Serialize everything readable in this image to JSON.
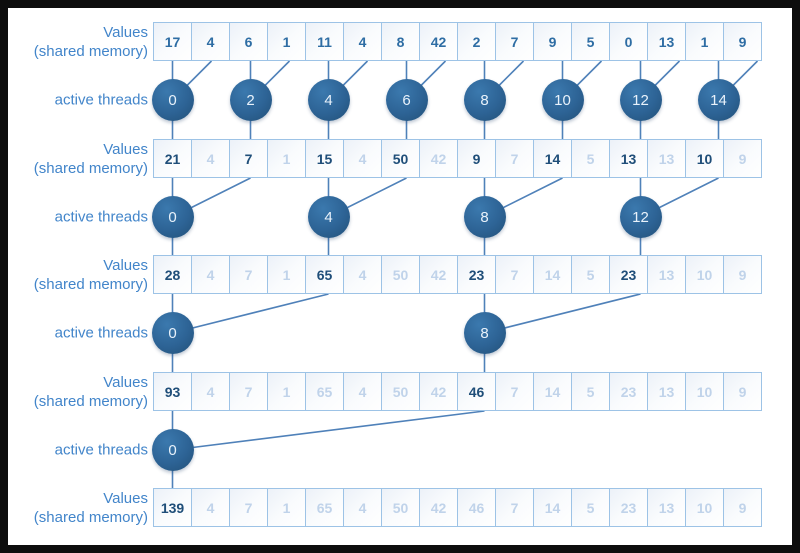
{
  "diagram": {
    "values_label_line1": "Values",
    "values_label_line2": "(shared memory)",
    "threads_label": "active threads",
    "memory_rows": [
      {
        "values": [
          17,
          4,
          6,
          1,
          11,
          4,
          8,
          42,
          2,
          7,
          9,
          5,
          0,
          13,
          1,
          9
        ],
        "active_indices": [
          0,
          1,
          2,
          3,
          4,
          5,
          6,
          7,
          8,
          9,
          10,
          11,
          12,
          13,
          14,
          15
        ]
      },
      {
        "values": [
          21,
          4,
          7,
          1,
          15,
          4,
          50,
          42,
          9,
          7,
          14,
          5,
          13,
          13,
          10,
          9
        ],
        "active_indices": [
          0,
          2,
          4,
          6,
          8,
          10,
          12,
          14
        ]
      },
      {
        "values": [
          28,
          4,
          7,
          1,
          65,
          4,
          50,
          42,
          23,
          7,
          14,
          5,
          23,
          13,
          10,
          9
        ],
        "active_indices": [
          0,
          4,
          8,
          12
        ]
      },
      {
        "values": [
          93,
          4,
          7,
          1,
          65,
          4,
          50,
          42,
          46,
          7,
          14,
          5,
          23,
          13,
          10,
          9
        ],
        "active_indices": [
          0,
          8
        ]
      },
      {
        "values": [
          139,
          4,
          7,
          1,
          65,
          4,
          50,
          42,
          46,
          7,
          14,
          5,
          23,
          13,
          10,
          9
        ],
        "active_indices": [
          0
        ]
      }
    ],
    "thread_rounds": [
      {
        "threads": [
          0,
          2,
          4,
          6,
          8,
          10,
          12,
          14
        ],
        "stride": 1
      },
      {
        "threads": [
          0,
          4,
          8,
          12
        ],
        "stride": 2
      },
      {
        "threads": [
          0,
          8
        ],
        "stride": 4
      },
      {
        "threads": [
          0
        ],
        "stride": 8
      }
    ],
    "colors": {
      "row1_value_text": "#2e6da4",
      "active_value_text": "#1f4e79",
      "inactive_value_text": "#c0d3ea",
      "cell_border": "#9dc3e6",
      "circle_fill": "#2d6395",
      "circle_fill_dark": "#225077",
      "circle_fill_light": "#3b79ae",
      "circle_text": "#e9f2fb",
      "connector_line": "#4f81b9",
      "label_text": "#4285ca",
      "frame_border": "#0d0d0d"
    }
  }
}
